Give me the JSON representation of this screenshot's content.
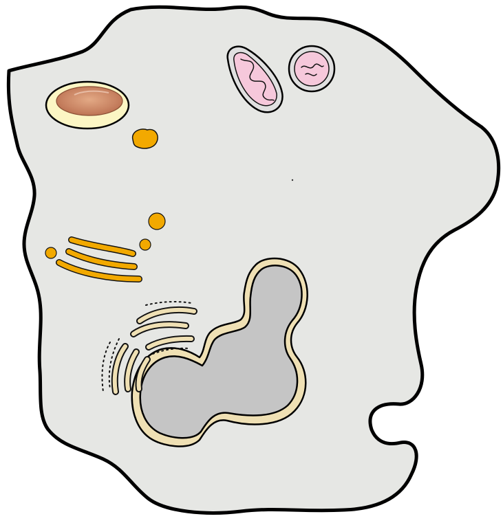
{
  "diagram": {
    "colors": {
      "background": "#ffffff",
      "outline": "#000000",
      "cytoplasm": "#e6e7e4",
      "nucleus_fill": "#c5c5c5",
      "envelope": "#efe0b4",
      "rough_er_dots": "#111111",
      "lysosome_outer": "#fcf6c4",
      "lysosome_core": "#c98463",
      "mitochondria_outer": "#e0e0e0",
      "mitochondria_inner": "#f6c8db",
      "golgi_and_vesicles": "#f2a900"
    },
    "organelles": [
      {
        "name": "cell-membrane"
      },
      {
        "name": "cytoplasm"
      },
      {
        "name": "nucleus"
      },
      {
        "name": "nuclear-envelope"
      },
      {
        "name": "rough-endoplasmic-reticulum"
      },
      {
        "name": "golgi-apparatus"
      },
      {
        "name": "secretory-vesicle"
      },
      {
        "name": "mitochondrion"
      },
      {
        "name": "lysosome"
      }
    ]
  }
}
